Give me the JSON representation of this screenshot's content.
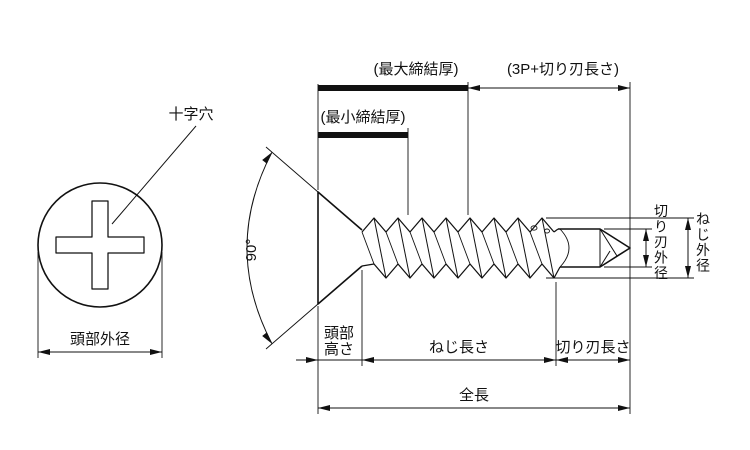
{
  "labels": {
    "cross_recess": "十字穴",
    "head_outer_dia": "頭部外径",
    "angle_90": "90°",
    "max_clamp": "(最大締結厚)",
    "min_clamp": "(最小締結厚)",
    "point_3p": "(3P+切り刃長さ)",
    "head_height_line1": "頭部",
    "head_height_line2": "高さ",
    "thread_length": "ねじ長さ",
    "cutting_edge_length": "切り刃長さ",
    "overall_length": "全長",
    "cutting_edge_od": "切り刃外径",
    "thread_od": "ねじ外径"
  },
  "colors": {
    "line": "#111111",
    "background": "#ffffff"
  }
}
